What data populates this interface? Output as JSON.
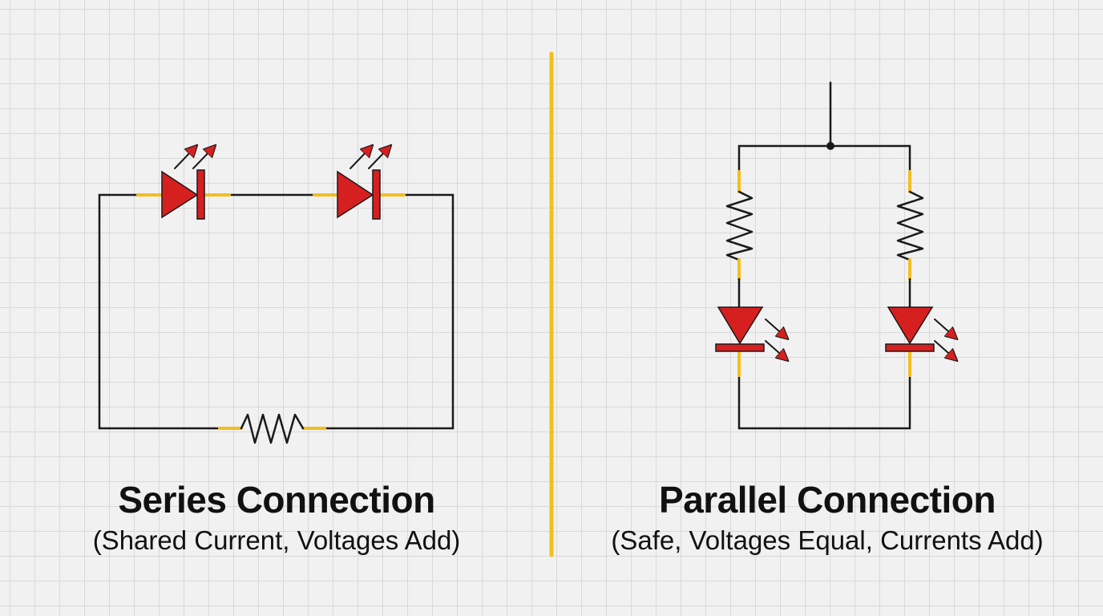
{
  "colors": {
    "wire": "#1a1a1a",
    "lead": "#f2bf1e",
    "led": "#d62020",
    "divider": "#f2bf1e",
    "grid": "#d9d9d9",
    "background": "#f1f1f1"
  },
  "series": {
    "title": "Series Connection",
    "subtitle": "(Shared Current, Voltages Add)",
    "components": [
      "led",
      "led",
      "resistor"
    ]
  },
  "parallel": {
    "title": "Parallel Connection",
    "subtitle": "(Safe, Voltages Equal, Currents Add)",
    "components": [
      "resistor",
      "led",
      "resistor",
      "led"
    ]
  }
}
